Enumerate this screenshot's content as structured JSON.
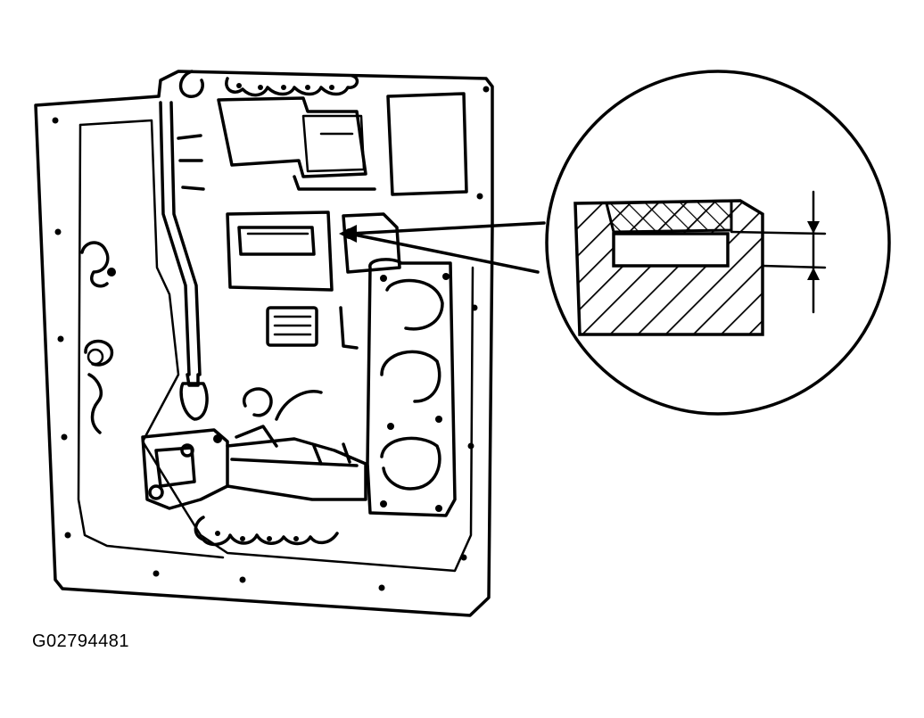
{
  "figure": {
    "id_label": "G02794481"
  },
  "icons": {
    "main_illustration": "valve-body-on-transmission-case",
    "detail_callout": "magnified-cross-section",
    "dimension_marker": "clearance-arrows"
  }
}
